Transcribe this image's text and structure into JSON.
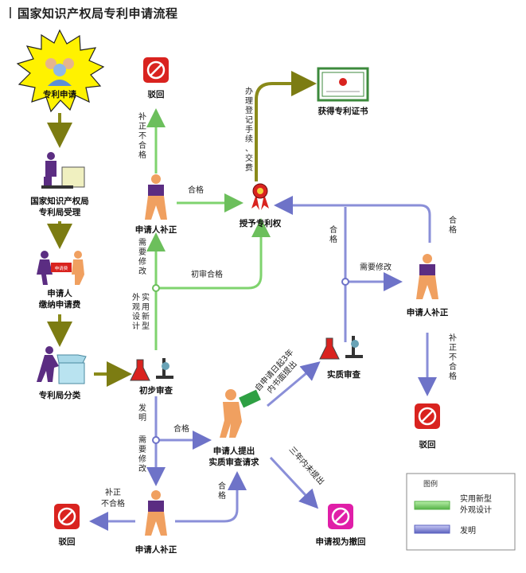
{
  "title": "国家知识产权局专利申请流程",
  "nodes": {
    "apply": "专利申请",
    "cnipa_accept_1": "国家知识产权局",
    "cnipa_accept_2": "专利局受理",
    "pay_1": "申请人",
    "pay_2": "缴纳申请费",
    "classify": "专利局分类",
    "prelim": "初步审查",
    "reject_top": "驳回",
    "applicant_fix_top": "申请人补正",
    "grant": "授予专利权",
    "certificate": "获得专利证书",
    "applicant_fix_right": "申请人补正",
    "reject_right": "驳回",
    "substantive": "实质审查",
    "request_sub_1": "申请人提出",
    "request_sub_2": "实质审查请求",
    "withdrawn": "申请视为撤回",
    "applicant_fix_bottom": "申请人补正",
    "reject_bottom": "驳回",
    "pay_badge": "申请费"
  },
  "annotations": {
    "not_qualified_top": "补正不合格",
    "qualified_top": "合格",
    "register": "办理登记手续、交费",
    "need_modify_left": "需要修改",
    "prelim_pass": "初审合格",
    "utility_design": "外观设计实用新型",
    "qualified_right_v": "合格",
    "need_modify_right": "需要修改",
    "qualified_far_right": "合格",
    "not_qualified_right": "补正不合格",
    "invention": "发明",
    "qualified_mid": "合格",
    "need_modify_bottom": "需要修改",
    "not_qualified_bottom_1": "补正",
    "not_qualified_bottom_2": "不合格",
    "qualified_bottom": "合格",
    "within3years_1": "自申请日起3年",
    "within3years_2": "内书面提出",
    "not_within3years": "三年内未提出"
  },
  "legend": {
    "title": "图例",
    "items": [
      {
        "label_1": "实用新型",
        "label_2": "外观设计",
        "color": "#7fd36e"
      },
      {
        "label_1": "发明",
        "label_2": "",
        "color": "#8a8fd8"
      }
    ]
  },
  "colors": {
    "olive": "#8a8a1a",
    "green": "#7fd36e",
    "blue": "#8a8fd8",
    "purple": "#5b2d82",
    "orange": "#f0a060",
    "red": "#d9231f",
    "magenta": "#e01ea8"
  }
}
